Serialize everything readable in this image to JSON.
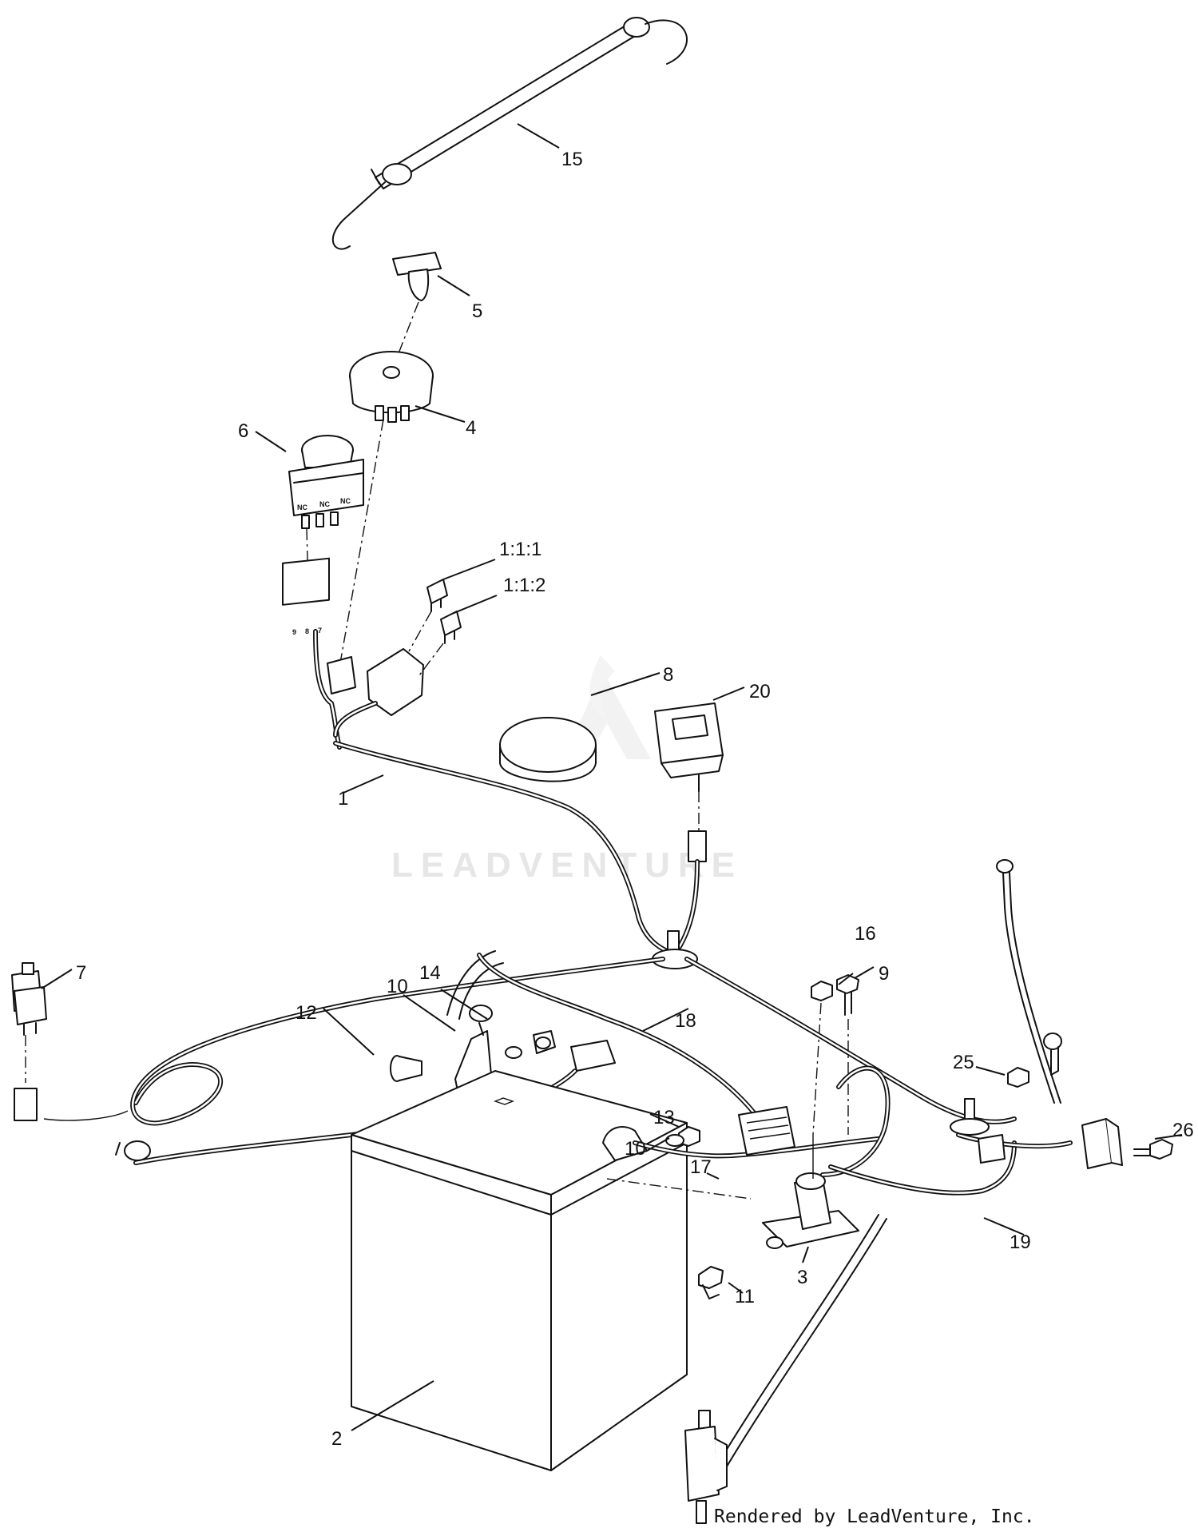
{
  "watermark": {
    "text": "LEADVENTURE"
  },
  "credit": "Rendered by LeadVenture, Inc.",
  "switch_marks": {
    "nc": "NC",
    "pins": [
      "9",
      "8",
      "7"
    ]
  },
  "callouts": {
    "c15": "15",
    "c5": "5",
    "c4": "4",
    "c6": "6",
    "c1_1_1": "1:1:1",
    "c1_1_2": "1:1:2",
    "c8": "8",
    "c20": "20",
    "c1": "1",
    "c7": "7",
    "c16": "16",
    "c9": "9",
    "c14": "14",
    "c10a": "10",
    "c12": "12",
    "c18": "18",
    "c25": "25",
    "c13": "13",
    "c10b": "10",
    "c26": "26",
    "c17": "17",
    "c19": "19",
    "c11": "11",
    "c3": "3",
    "c2": "2"
  }
}
